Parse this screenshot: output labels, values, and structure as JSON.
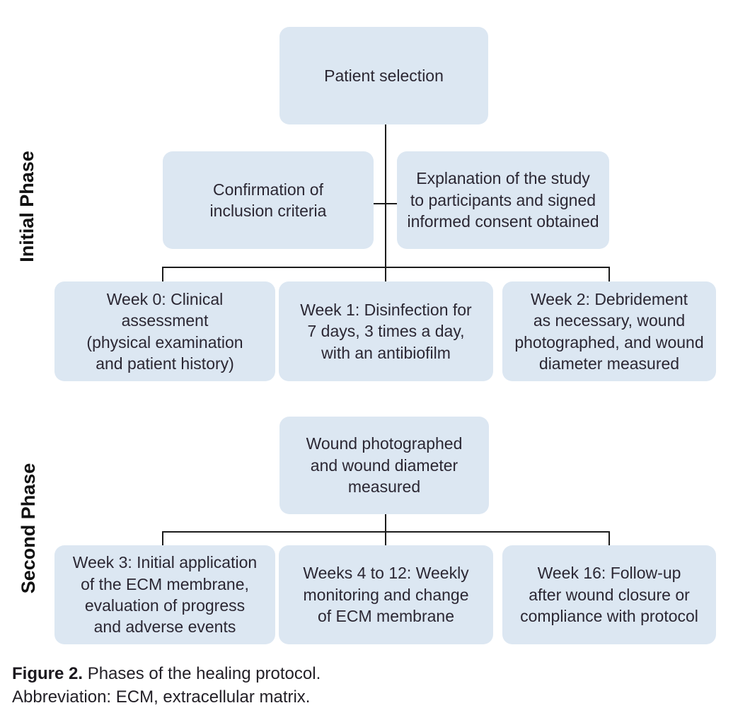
{
  "colors": {
    "box_fill": "#dce7f2",
    "box_text": "#2b2733",
    "line": "#1c1c1c",
    "label_text": "#111111"
  },
  "phase1": {
    "label": "Initial Phase",
    "root_box": "Patient selection",
    "left_box": "Confirmation of\ninclusion criteria",
    "right_box": "Explanation of the study\nto participants and signed\ninformed consent obtained",
    "week_boxes": [
      "Week 0: Clinical assessment\n(physical examination\nand patient history)",
      "Week 1: Disinfection for\n7 days, 3 times a day,\nwith an antibiofilm",
      "Week 2: Debridement\nas necessary, wound\nphotographed, and wound\ndiameter measured"
    ]
  },
  "phase2": {
    "label": "Second Phase",
    "root_box": "Wound photographed\nand wound diameter\nmeasured",
    "week_boxes": [
      "Week 3: Initial application\nof the ECM membrane,\nevaluation of progress\nand adverse events",
      "Weeks 4 to 12: Weekly\nmonitoring and change\nof ECM membrane",
      "Week 16: Follow-up\nafter wound closure or\ncompliance with protocol"
    ]
  },
  "caption": {
    "figure_label": "Figure 2.",
    "figure_text": " Phases of the healing protocol.",
    "abbreviation": "Abbreviation: ECM, extracellular matrix."
  }
}
